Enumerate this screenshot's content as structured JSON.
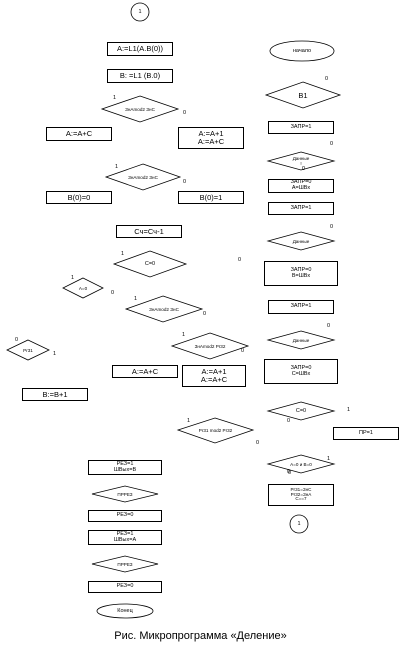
{
  "connectors": [
    "1",
    "1"
  ],
  "boxes": {
    "a_assign_l1": "A:=L1(A.B(0))",
    "b_assign_l1": "B: =L1 (B.0)",
    "a_plus_c_1": "A:=A+C",
    "a_shift_1": [
      "A:=A+1",
      "A:=A+C"
    ],
    "b0_zero": "B(0)=0",
    "b0_one": "B(0)=1",
    "cnt_dec": "Сч=Сч-1",
    "a_plus_c_2": "A:=A+C",
    "a_shift_2": [
      "A:=A+1",
      "A:=A+C"
    ],
    "b_inc": "B:=B+1",
    "res_1": [
      "РЕЗ=1",
      "ШВых=B"
    ],
    "res_0_a": "РЕЗ=0",
    "res_1_b": [
      "РЕЗ=1",
      "ШВых=A"
    ],
    "res_0_b": "РЕЗ=0",
    "zapr_1_a": "ЗАПР=1",
    "zapr_0_a": [
      "ЗАПР=0",
      "A=ШВх"
    ],
    "zapr_1_b": "ЗАПР=1",
    "zapr_0_b": [
      "ЗАПР=0",
      "B=ШВх"
    ],
    "zapr_1_c": "ЗАПР=1",
    "zapr_0_c": [
      "ЗАПР=0",
      "C=ШВх"
    ],
    "pr_1": "ПР=1",
    "init_block": [
      "Pr31=ЗнС",
      "Pr32=ЗнА",
      "C==7"
    ]
  },
  "terminals": {
    "start": "начало",
    "end": "Конец"
  },
  "decisions": {
    "d_znamod_1": "ЗнAmod2 ЗнС",
    "d_znamod_2": "ЗнAmod2 ЗнС",
    "d_c0_left": "C=0",
    "d_a0": "A=0",
    "d_znamod_3": "ЗнAmod2 ЗнС",
    "d_pr31": "Pr31",
    "d_znamod_pr32": "ЗнAmod2 Pr32",
    "d_pr31_mod": "Pr31 mod2 Pr32",
    "d_prreg_1": "ПРРЕЗ",
    "d_prreg_2": "ПРРЕЗ",
    "d_b1": "B1",
    "d_data_1": [
      "Данные",
      "!"
    ],
    "d_data_2": "Данные",
    "d_data_3": "Данные",
    "d_c0_right": "C=0",
    "d_a0_b0": "A=0 и B=0"
  },
  "branch_labels": {
    "b01": "1",
    "b02": "0",
    "b03": "1",
    "b04": "0",
    "b05": "1",
    "b06": "0",
    "b07": "1",
    "b08": "0",
    "b09": "1",
    "b10": "0",
    "b11": "0",
    "b12": "1",
    "b13": "1",
    "b14": "0",
    "b15": "1",
    "b16": "0",
    "b17": "0",
    "b18": "0",
    "b19": "0",
    "b20": "0",
    "b21": "0",
    "b22": "1",
    "b23": "0",
    "b24": "1",
    "b25": "0",
    "b26": "0"
  },
  "caption": "Рис. Микропрограмма «Деление»"
}
